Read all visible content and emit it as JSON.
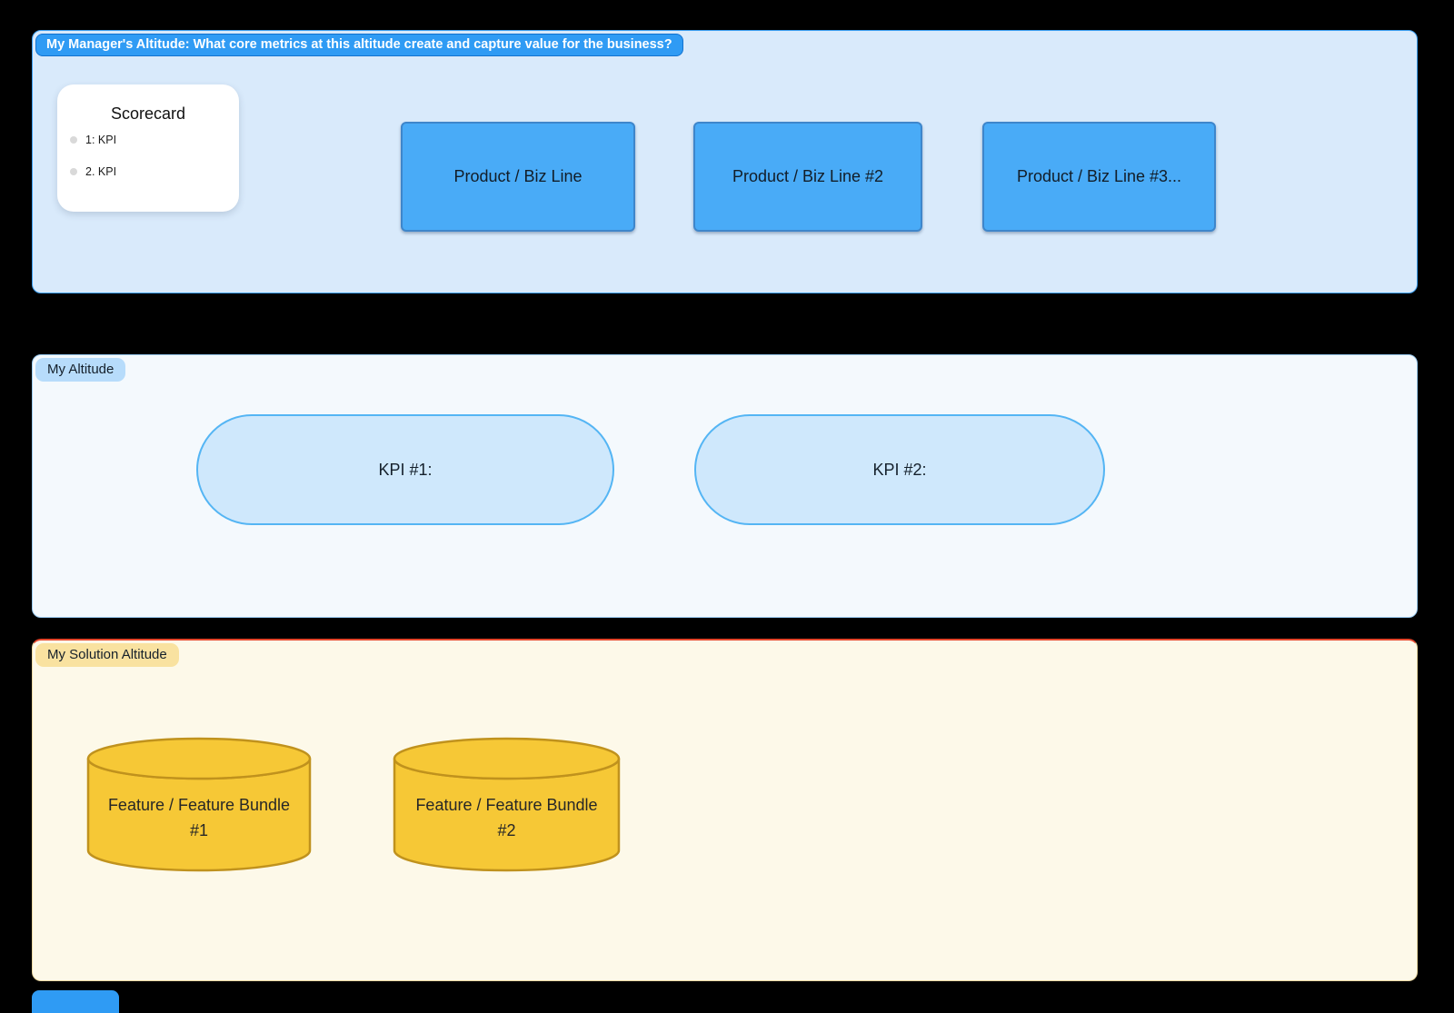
{
  "canvas": {
    "background": "#000000"
  },
  "frames": {
    "manager_altitude": {
      "label": "My Manager's Altitude: What core metrics at this altitude create and capture value for the business?",
      "colors": {
        "background": "#d9eafb",
        "border": "#3da0f2",
        "badge_bg": "#2f9bf4",
        "badge_text": "#ffffff",
        "box_fill": "#49abf7",
        "box_border": "#3e86cb"
      },
      "scorecard": {
        "title": "Scorecard",
        "items": [
          "1: KPI",
          "2. KPI"
        ]
      },
      "boxes": [
        "Product / Biz Line",
        "Product / Biz Line #2",
        "Product / Biz Line #3..."
      ]
    },
    "my_altitude": {
      "label": "My Altitude",
      "colors": {
        "background": "#f4f9fd",
        "border": "#9ccdf4",
        "badge_bg": "#b7dcfb",
        "pill_fill": "#cfe8fc",
        "pill_border": "#54b5f4"
      },
      "pills": [
        "KPI #1:",
        "KPI #2:"
      ]
    },
    "solution_altitude": {
      "label": "My Solution Altitude",
      "colors": {
        "background": "#fdf9e9",
        "border": "#ecd9a2",
        "top_border": "#e5462c",
        "badge_bg": "#f9e2a0",
        "cylinder_fill": "#f6c836",
        "cylinder_stroke": "#c0921d"
      },
      "cylinders": [
        {
          "line1": "Feature / Feature Bundle",
          "line2": "#1"
        },
        {
          "line1": "Feature / Feature Bundle",
          "line2": "#2"
        }
      ]
    }
  },
  "bottom_partial_badge": {
    "color": "#2f9bf4"
  }
}
